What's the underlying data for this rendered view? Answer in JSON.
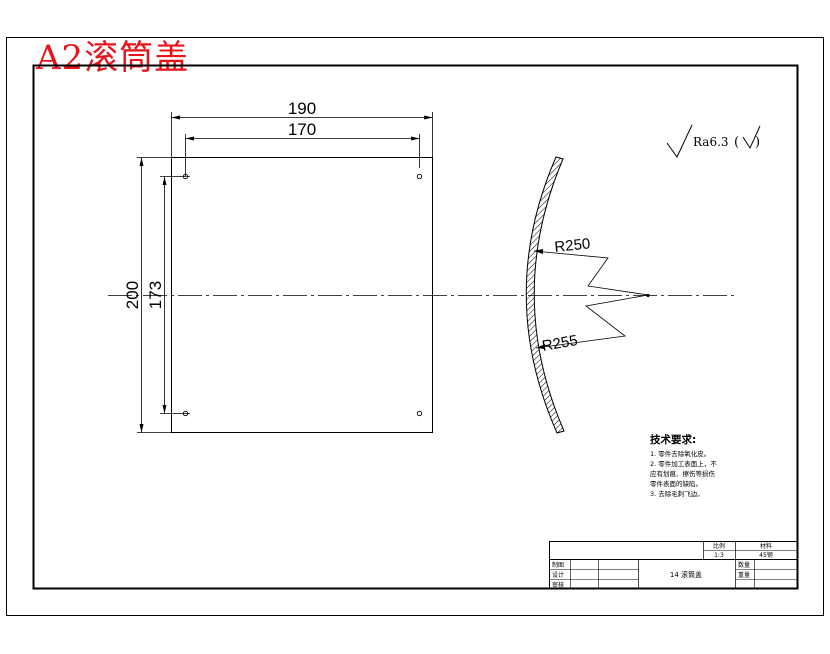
{
  "title": "A2滚筒盖",
  "dimensions": {
    "width_outer": "190",
    "width_inner": "170",
    "height_outer": "200",
    "height_inner": "173",
    "radius_inner": "R250",
    "radius_outer": "R255"
  },
  "roughness": {
    "label": "Ra6.3",
    "open_paren": "(",
    "close_paren": ")"
  },
  "tech_requirements": {
    "heading": "技术要求:",
    "items": [
      "1. 零件去除氧化皮。",
      "2. 零件加工表面上，不",
      "应有划痕、擦伤等损伤",
      "零件表面的缺陷。",
      "3. 去除毛刺飞边。"
    ]
  },
  "title_block": {
    "part_name": "14 滚筒盖",
    "scale_label": "比例",
    "scale_value": "1:3",
    "material_label": "材料",
    "material_value": "45钢",
    "drawn_label": "制图",
    "design_label": "设计",
    "review_label": "审核",
    "quantity_label": "数量",
    "weight_label": "重量"
  },
  "colors": {
    "title_red": "#e8141b",
    "line": "#000000"
  }
}
